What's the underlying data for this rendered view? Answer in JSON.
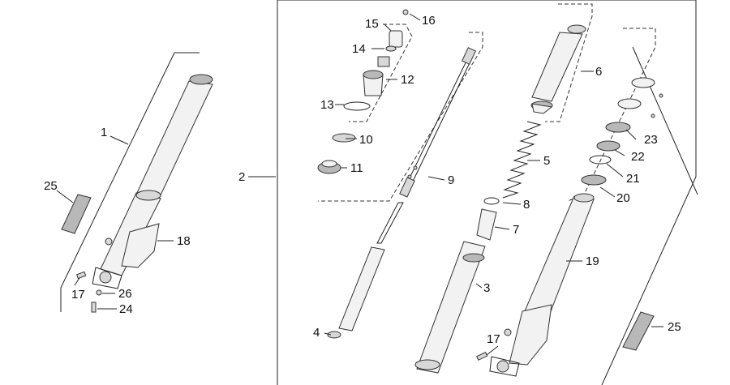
{
  "callouts": {
    "c1": "1",
    "c2": "2",
    "c3": "3",
    "c4": "4",
    "c5": "5",
    "c6": "6",
    "c7": "7",
    "c8": "8",
    "c9": "9",
    "c10": "10",
    "c11": "11",
    "c12": "12",
    "c13": "13",
    "c14": "14",
    "c15": "15",
    "c16": "16",
    "c17a": "17",
    "c17b": "17",
    "c18": "18",
    "c19": "19",
    "c20": "20",
    "c21": "21",
    "c22": "22",
    "c23": "23",
    "c24": "24",
    "c25a": "25",
    "c25b": "25",
    "c26": "26"
  },
  "colors": {
    "line": "#222222",
    "part_fill": "#f2f2f2",
    "part_dark": "#b8b8b8"
  }
}
